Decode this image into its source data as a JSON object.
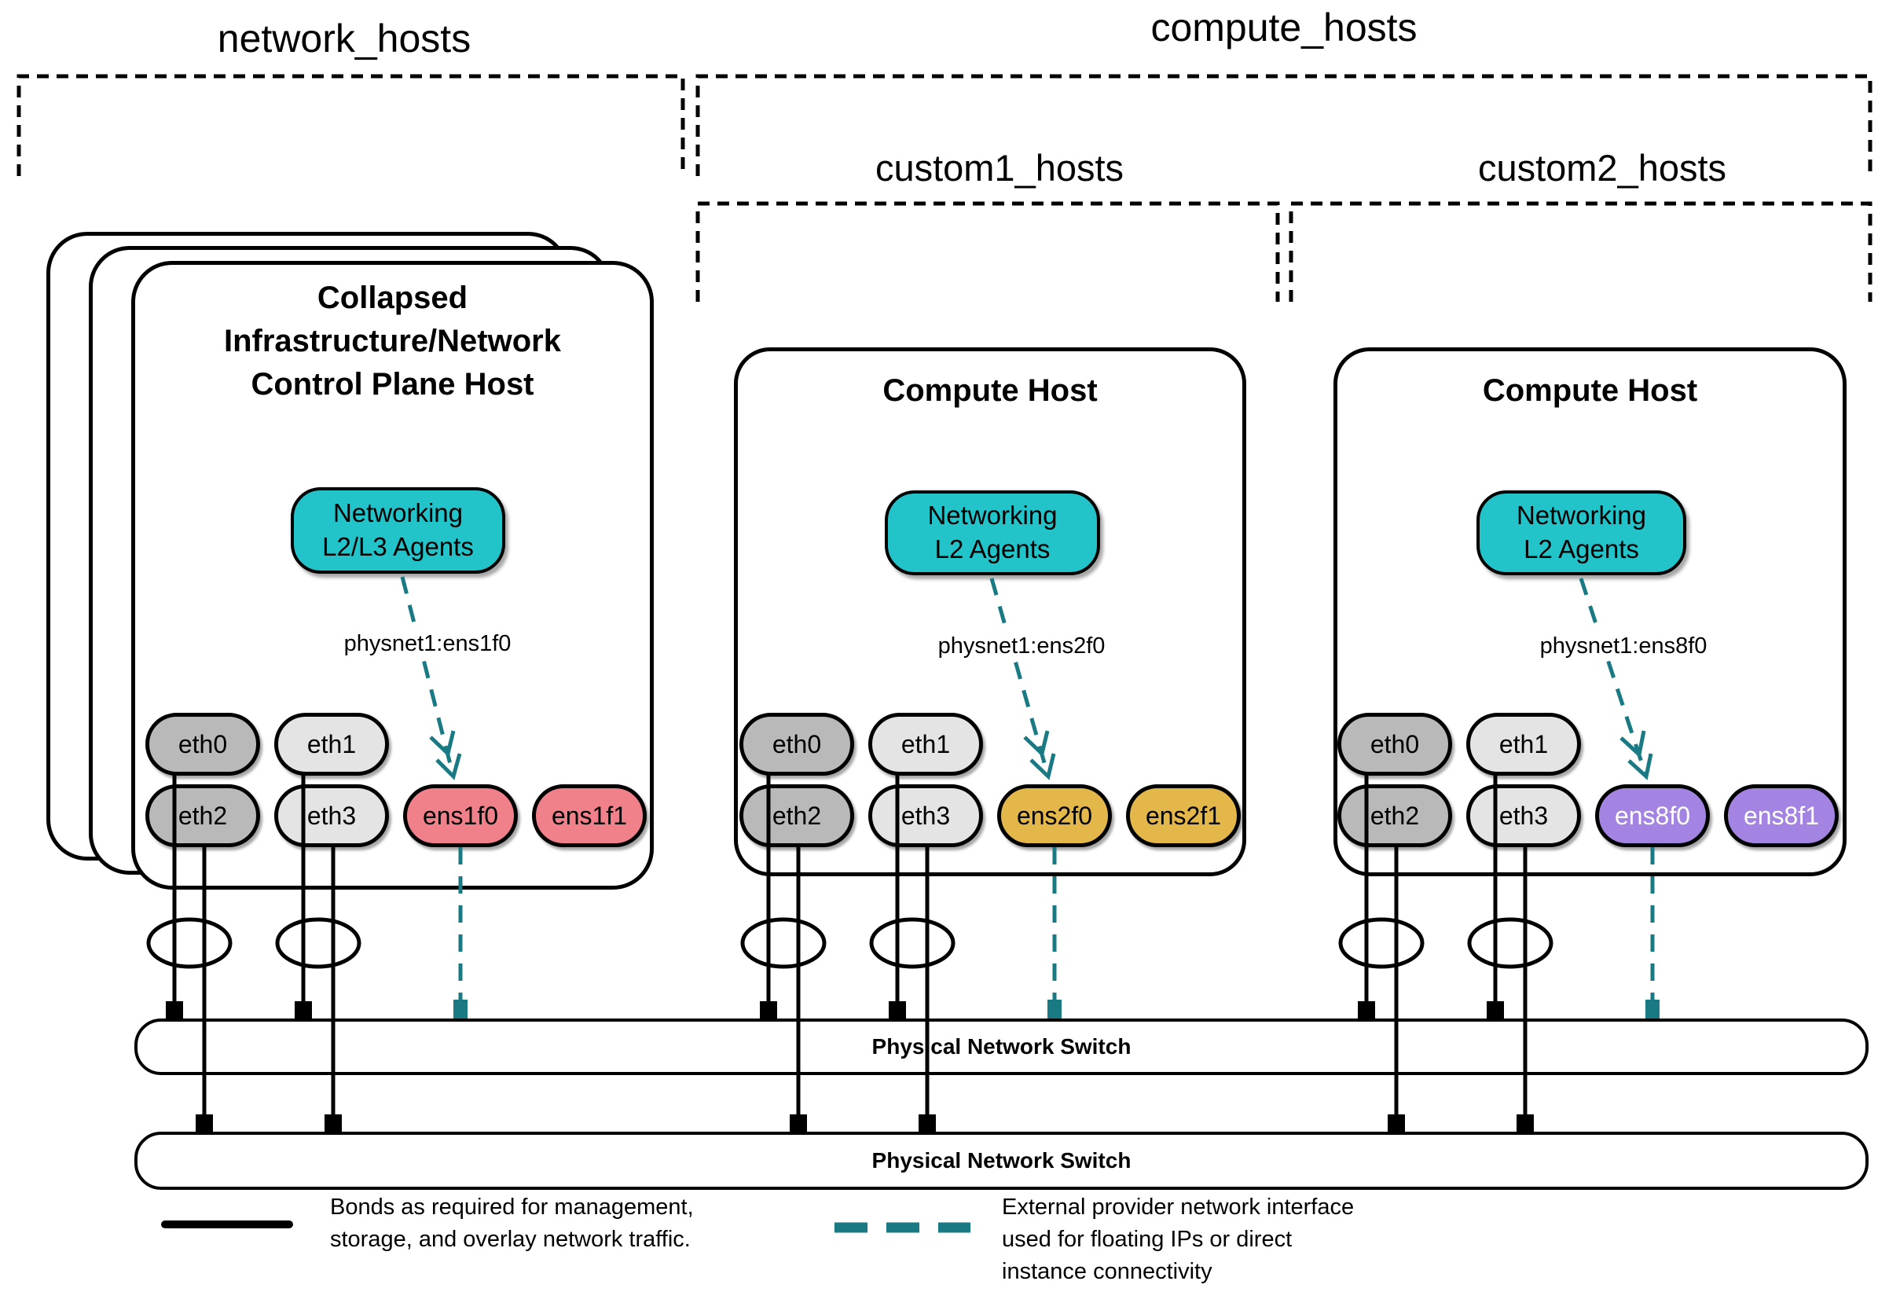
{
  "groups": {
    "network": "network_hosts",
    "compute": "compute_hosts",
    "custom1": "custom1_hosts",
    "custom2": "custom2_hosts"
  },
  "hosts": [
    {
      "title_lines": [
        "Collapsed",
        "Infrastructure/Network",
        "Control Plane Host"
      ],
      "agent_lines": [
        "Networking",
        "L2/L3 Agents"
      ],
      "physnet": "physnet1:ens1f0",
      "nics": [
        "eth0",
        "eth1",
        "eth2",
        "eth3",
        "ens1f0",
        "ens1f1"
      ]
    },
    {
      "title_lines": [
        "Compute Host"
      ],
      "agent_lines": [
        "Networking",
        "L2 Agents"
      ],
      "physnet": "physnet1:ens2f0",
      "nics": [
        "eth0",
        "eth1",
        "eth2",
        "eth3",
        "ens2f0",
        "ens2f1"
      ]
    },
    {
      "title_lines": [
        "Compute Host"
      ],
      "agent_lines": [
        "Networking",
        "L2 Agents"
      ],
      "physnet": "physnet1:ens8f0",
      "nics": [
        "eth0",
        "eth1",
        "eth2",
        "eth3",
        "ens8f0",
        "ens8f1"
      ]
    }
  ],
  "switches": [
    {
      "label": "Physical Network Switch"
    },
    {
      "label": "Physical Network Switch"
    }
  ],
  "legend": {
    "bond_lines": [
      "Bonds as required for management,",
      "storage, and overlay network traffic."
    ],
    "provider_lines": [
      "External provider network interface",
      "used for floating IPs or direct",
      "instance connectivity"
    ]
  },
  "colors": {
    "teal_fill": "#22c3c9",
    "teal_dark": "#1a7a83",
    "pink": "#f0808a",
    "gold": "#e4b74a",
    "purple": "#a384e2",
    "gray_dark": "#b9b9b9",
    "gray_light": "#e4e4e4"
  }
}
